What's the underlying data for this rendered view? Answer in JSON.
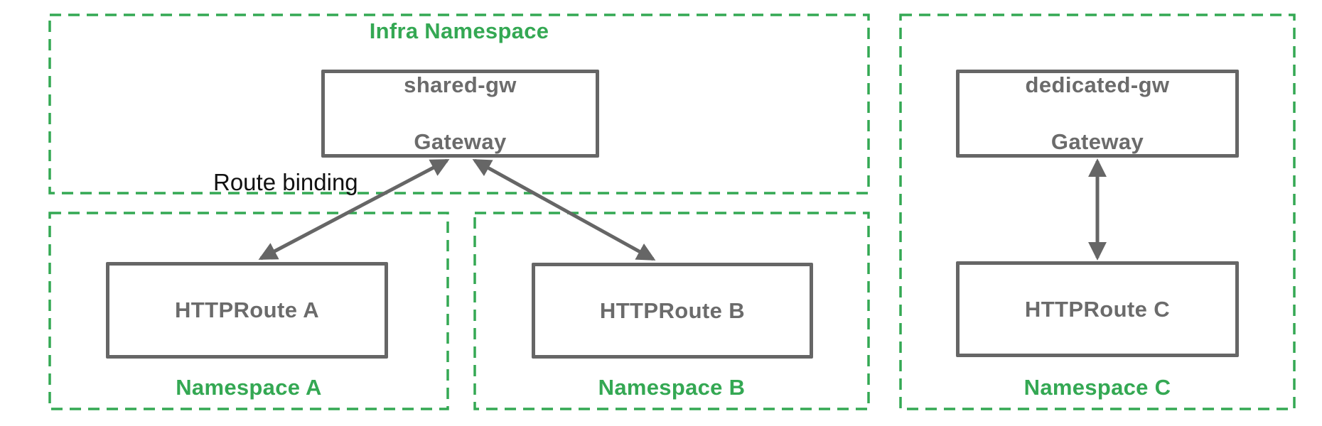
{
  "diagram_title": "Gateway and HTTPRoute namespace binding diagram",
  "colors": {
    "namespace_green": "#34A853",
    "node_border_gray": "#666666",
    "node_text_gray": "#6B6B6B",
    "annotation_black": "#111111",
    "background": "#FFFFFF"
  },
  "namespaces": [
    {
      "id": "infra",
      "label": "Infra Namespace"
    },
    {
      "id": "a",
      "label": "Namespace A"
    },
    {
      "id": "b",
      "label": "Namespace B"
    },
    {
      "id": "c",
      "label": "Namespace C"
    }
  ],
  "nodes": [
    {
      "id": "shared-gw",
      "line1": "shared-gw",
      "line2": "Gateway",
      "namespace": "Infra Namespace"
    },
    {
      "id": "httproute-a",
      "line1": "HTTPRoute A",
      "namespace": "Namespace A"
    },
    {
      "id": "httproute-b",
      "line1": "HTTPRoute B",
      "namespace": "Namespace B"
    },
    {
      "id": "dedicated-gw",
      "line1": "dedicated-gw",
      "line2": "Gateway",
      "namespace": "Namespace C"
    },
    {
      "id": "httproute-c",
      "line1": "HTTPRoute C",
      "namespace": "Namespace C"
    }
  ],
  "edges": [
    {
      "from": "shared-gw Gateway",
      "to": "HTTPRoute A",
      "bidirectional": true,
      "label": "Route binding"
    },
    {
      "from": "shared-gw Gateway",
      "to": "HTTPRoute B",
      "bidirectional": true
    },
    {
      "from": "dedicated-gw Gateway",
      "to": "HTTPRoute C",
      "bidirectional": true
    }
  ],
  "annotations": {
    "route_binding": "Route binding"
  }
}
